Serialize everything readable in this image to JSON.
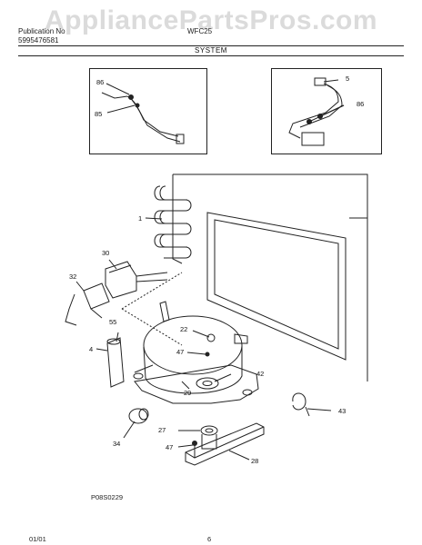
{
  "watermark": "AppliancePartsPros.com",
  "header": {
    "publication_label": "Publication No",
    "publication_no": "5995476581",
    "model_prefix": "WFC25",
    "section": "SYSTEM"
  },
  "callouts": {
    "c1": "1",
    "c5": "5",
    "c22": "22",
    "c27": "27",
    "c28": "28",
    "c29": "29",
    "c30": "30",
    "c32": "32",
    "c34": "34",
    "c4": "4",
    "c42": "42",
    "c43": "43",
    "c47a": "47",
    "c47b": "47",
    "c55": "55",
    "c85": "85",
    "c86a": "86",
    "c86b": "86"
  },
  "figure_code": "P08S0229",
  "footer": {
    "date": "01/01",
    "page": "6"
  },
  "colors": {
    "ink": "#222222",
    "watermark": "#bebebe"
  }
}
